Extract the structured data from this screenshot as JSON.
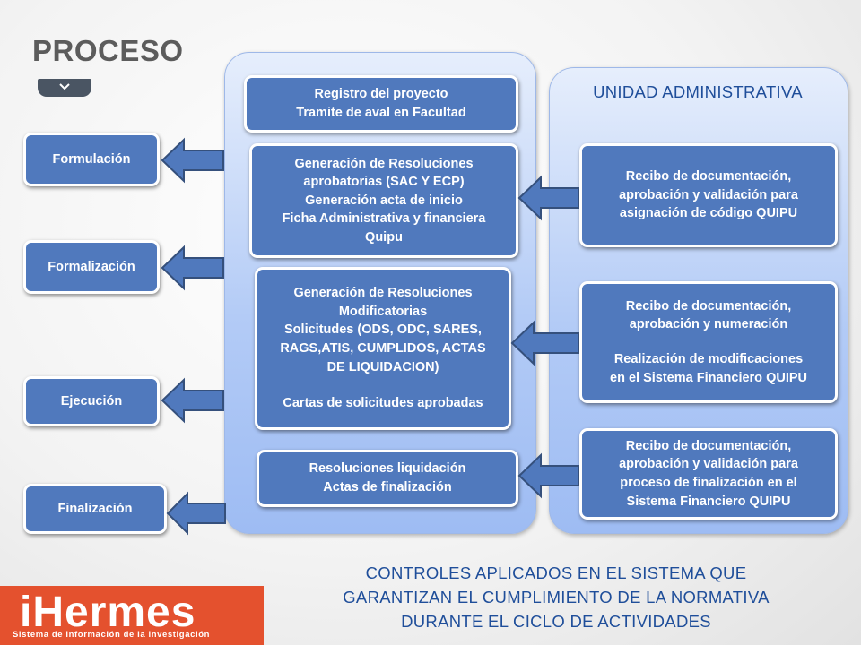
{
  "title": "PROCESO",
  "unit_title": "UNIDAD ADMINISTRATIVA",
  "phases": [
    "Formulación",
    "Formalización",
    "Ejecución",
    "Finalización"
  ],
  "project_boxes": [
    [
      "Registro del  proyecto",
      "Tramite de aval en Facultad"
    ],
    [
      "Generación de Resoluciones",
      "aprobatorias (SAC Y ECP)",
      "Generación acta de inicio",
      "Ficha Administrativa y financiera",
      "Quipu"
    ],
    [
      "Generación de Resoluciones",
      "Modificatorias",
      "Solicitudes (ODS, ODC, SARES,",
      "RAGS,ATIS, CUMPLIDOS, ACTAS",
      "DE LIQUIDACION)",
      "",
      "Cartas de solicitudes aprobadas"
    ],
    [
      "Resoluciones liquidación",
      "Actas de finalización"
    ]
  ],
  "admin_boxes": [
    [
      "Recibo de documentación,",
      "aprobación y validación para",
      "asignación de código QUIPU"
    ],
    [
      "Recibo de documentación,",
      "aprobación y numeración",
      "",
      "Realización de modificaciones",
      "en el Sistema Financiero QUIPU"
    ],
    [
      "Recibo de documentación,",
      "aprobación y validación para",
      "proceso de finalización en el",
      "Sistema Financiero QUIPU"
    ]
  ],
  "footer": [
    "CONTROLES  APLICADOS EN EL SISTEMA QUE",
    "GARANTIZAN  EL CUMPLIMIENTO DE LA NORMATIVA",
    "DURANTE EL CICLO DE ACTIVIDADES"
  ],
  "logo": {
    "word": "iHermes",
    "tagline": "Sistema de información de la investigación"
  },
  "colors": {
    "box_fill": "#5079bd",
    "panel": "#a8c3f4",
    "heading": "#1f4e9a",
    "logo_bg": "#e4512e"
  }
}
